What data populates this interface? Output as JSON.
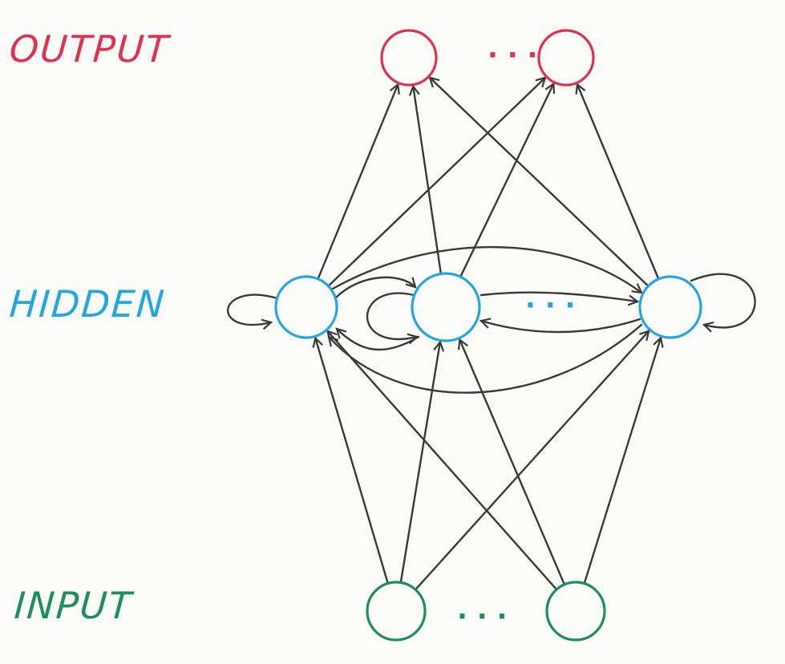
{
  "layers": {
    "output": {
      "label": "OUTPUT",
      "color": "#e0324e",
      "ellipsis": "· · ·"
    },
    "hidden": {
      "label": "HIDDEN",
      "color": "#22a7e0",
      "ellipsis": "· · ·"
    },
    "input": {
      "label": "INPUT",
      "color": "#1e8f5c",
      "ellipsis": "· · ·"
    }
  },
  "nodes": [
    {
      "id": "o1",
      "layer": "output"
    },
    {
      "id": "o2",
      "layer": "output"
    },
    {
      "id": "h1",
      "layer": "hidden"
    },
    {
      "id": "h2",
      "layer": "hidden"
    },
    {
      "id": "h3",
      "layer": "hidden"
    },
    {
      "id": "i1",
      "layer": "input"
    },
    {
      "id": "i2",
      "layer": "input"
    }
  ],
  "edges": [
    {
      "from": "i1",
      "to": "h1"
    },
    {
      "from": "i1",
      "to": "h2"
    },
    {
      "from": "i1",
      "to": "h3"
    },
    {
      "from": "i2",
      "to": "h1"
    },
    {
      "from": "i2",
      "to": "h2"
    },
    {
      "from": "i2",
      "to": "h3"
    },
    {
      "from": "h1",
      "to": "o1"
    },
    {
      "from": "h1",
      "to": "o2"
    },
    {
      "from": "h2",
      "to": "o1"
    },
    {
      "from": "h2",
      "to": "o2"
    },
    {
      "from": "h3",
      "to": "o1"
    },
    {
      "from": "h3",
      "to": "o2"
    },
    {
      "from": "h1",
      "to": "h1"
    },
    {
      "from": "h2",
      "to": "h2"
    },
    {
      "from": "h3",
      "to": "h3"
    },
    {
      "from": "h1",
      "to": "h2"
    },
    {
      "from": "h1",
      "to": "h3"
    },
    {
      "from": "h2",
      "to": "h1"
    },
    {
      "from": "h2",
      "to": "h3"
    },
    {
      "from": "h3",
      "to": "h1"
    },
    {
      "from": "h3",
      "to": "h2"
    }
  ]
}
